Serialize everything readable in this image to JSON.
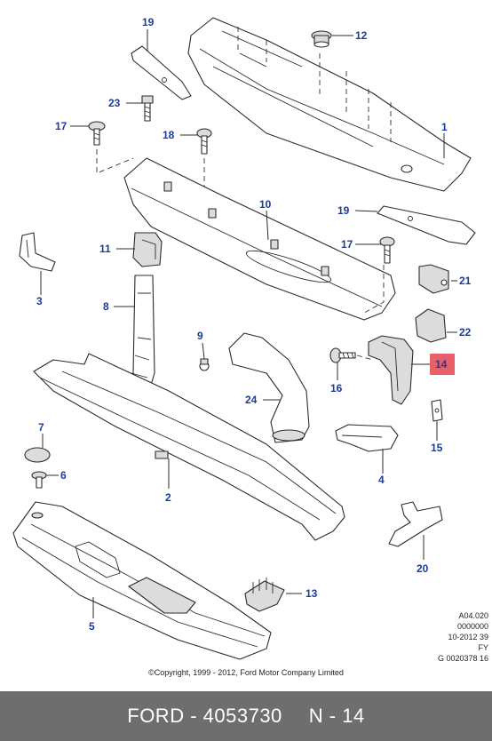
{
  "callouts": {
    "c1": "1",
    "c2": "2",
    "c3": "3",
    "c4": "4",
    "c5": "5",
    "c6": "6",
    "c7": "7",
    "c8": "8",
    "c9": "9",
    "c10": "10",
    "c11": "11",
    "c12": "12",
    "c13": "13",
    "c14": "14",
    "c15": "15",
    "c16": "16",
    "c17a": "17",
    "c17b": "17",
    "c18": "18",
    "c19a": "19",
    "c19b": "19",
    "c20": "20",
    "c21": "21",
    "c22": "22",
    "c23": "23",
    "c24": "24"
  },
  "highlighted_part": "14",
  "colors": {
    "callout": "#1a3d9c",
    "highlight": "#e8606a",
    "footer_bg": "#6e6e6e"
  },
  "stamp": {
    "line1": "A04.020",
    "line2": "0000000",
    "line3": "10-2012 39",
    "line4": "FY",
    "line5": "G 0020378 16"
  },
  "copyright": "©Copyright, 1999 - 2012, Ford Motor Company Limited",
  "footer": {
    "brand": "FORD",
    "separator": " - ",
    "part_number": "4053730",
    "ref_prefix": "N - ",
    "ref_number": "14"
  }
}
